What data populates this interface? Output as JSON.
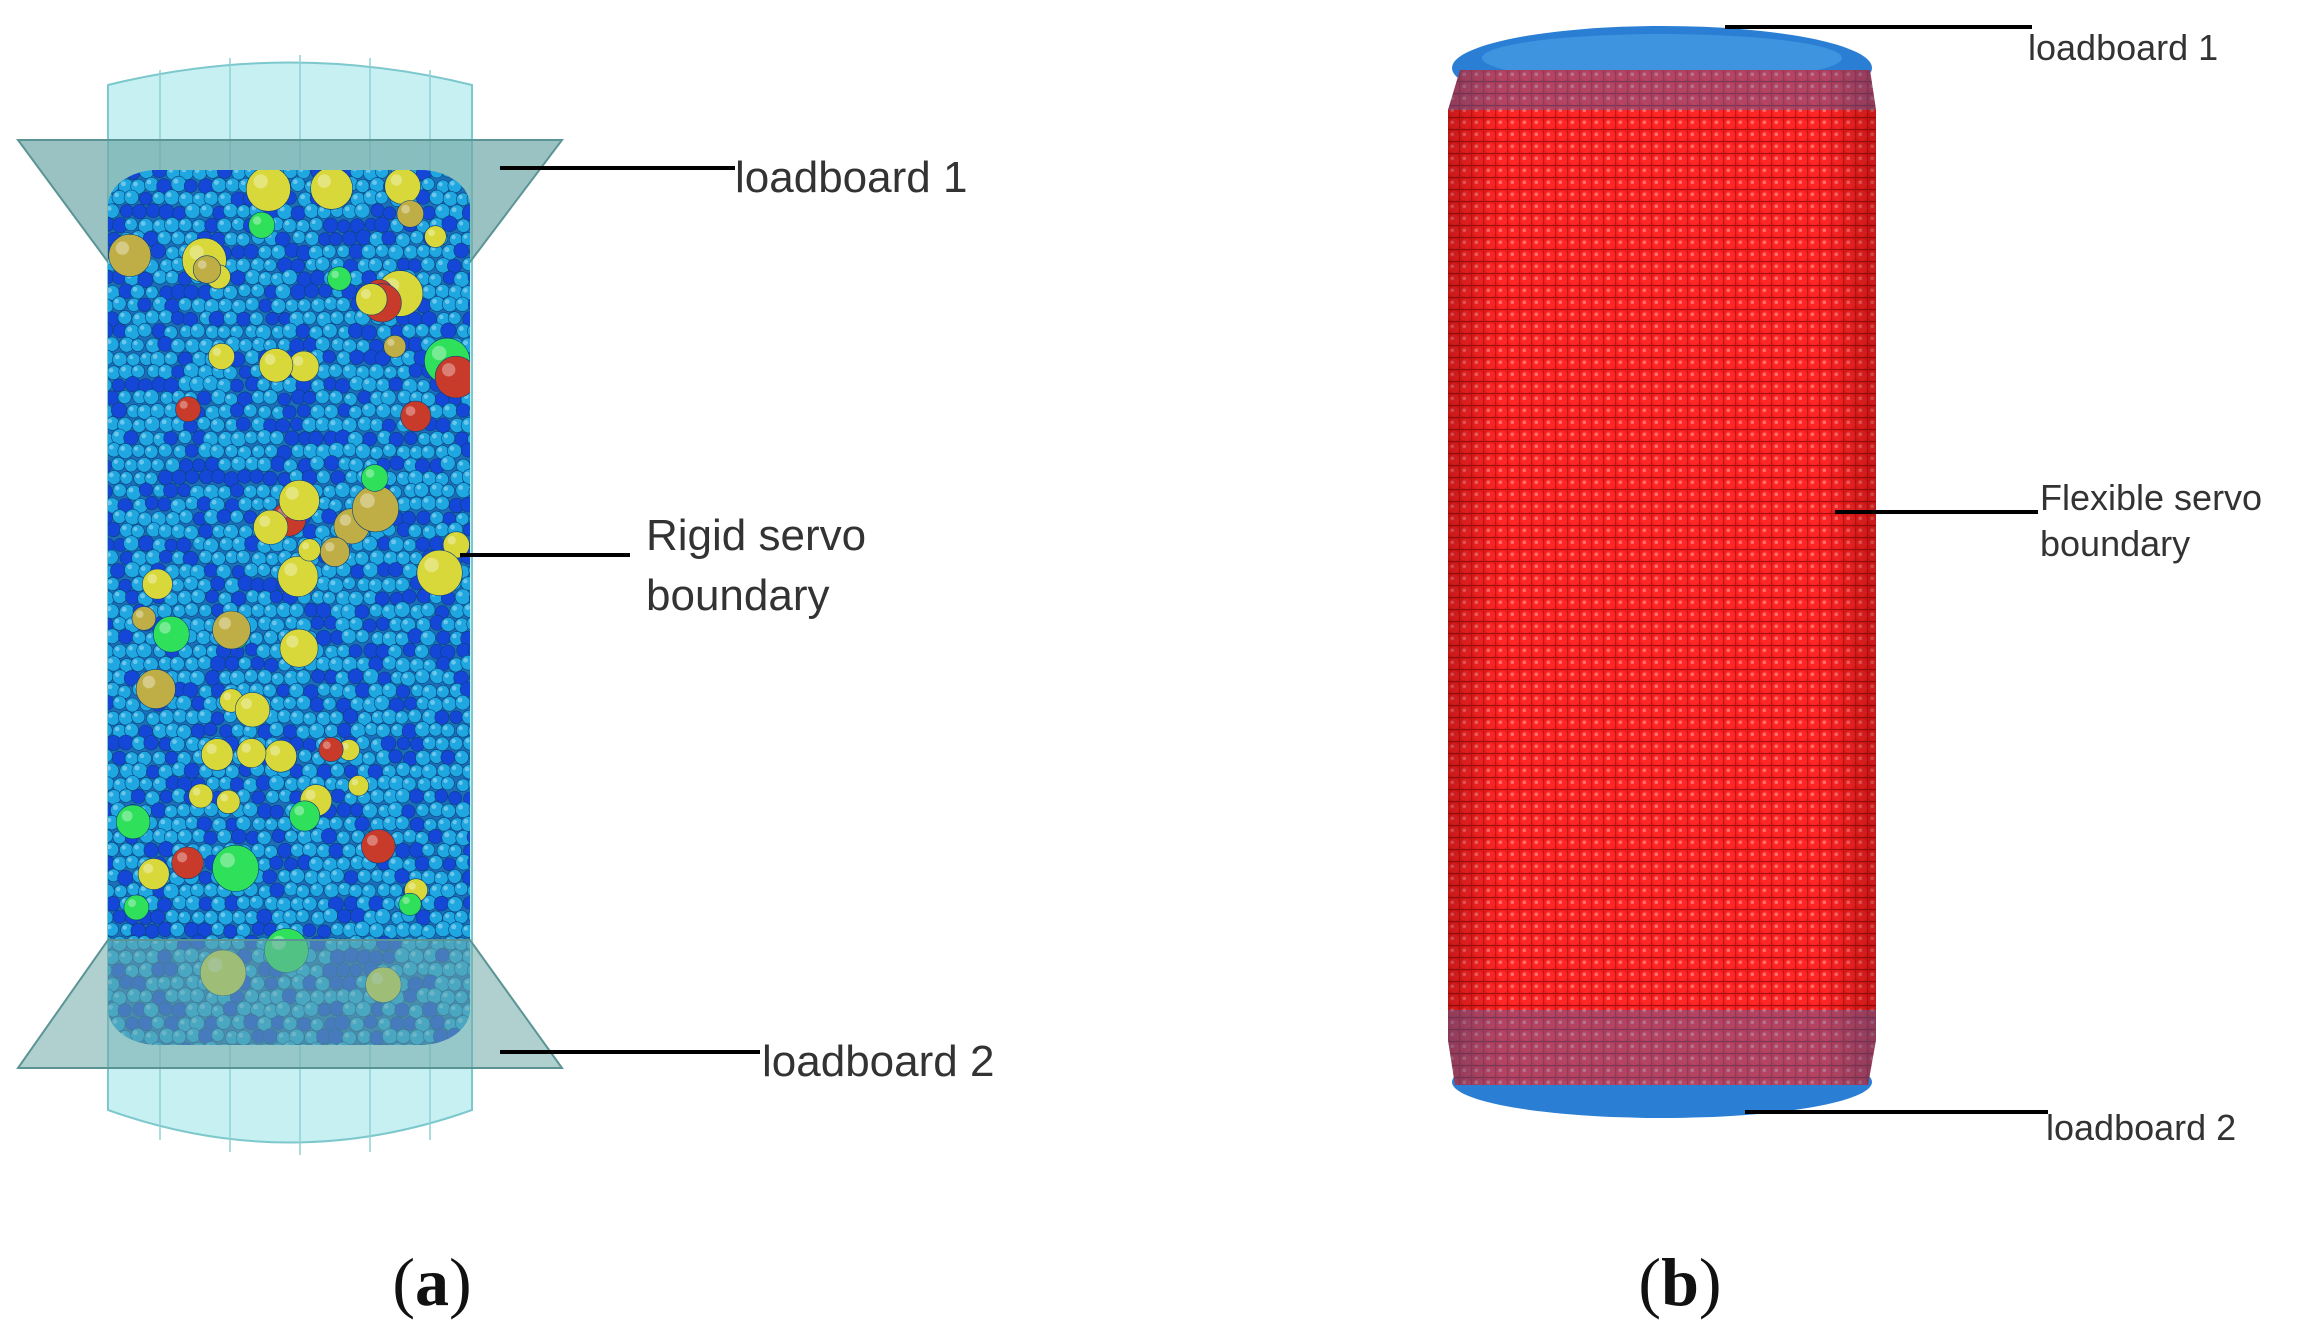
{
  "panel_a": {
    "labels": {
      "loadboard1": "loadboard 1",
      "rigid_line1": "Rigid servo",
      "rigid_line2": "boundary",
      "loadboard2": "loadboard 2"
    },
    "caption": {
      "open": "(",
      "letter": "a",
      "close": ")"
    },
    "colors": {
      "platen": "#6fa8a8",
      "sleeve": "#b8ecef",
      "particle_main": "#1ea7e0",
      "particle_dark": "#1447d8",
      "particle_yellow": "#d8d83a",
      "particle_green": "#2ee05a",
      "particle_red": "#c83a2a",
      "particle_olive": "#bfae46"
    }
  },
  "panel_b": {
    "labels": {
      "loadboard1": "loadboard 1",
      "flex_line1": "Flexible servo",
      "flex_line2": "boundary",
      "loadboard2": "loadboard 2"
    },
    "caption": {
      "open": "(",
      "letter": "b",
      "close": ")"
    },
    "colors": {
      "membrane": "#ee1c1c",
      "membrane_dark": "#9a0d0d",
      "end_cap": "#2a7fd4"
    }
  }
}
